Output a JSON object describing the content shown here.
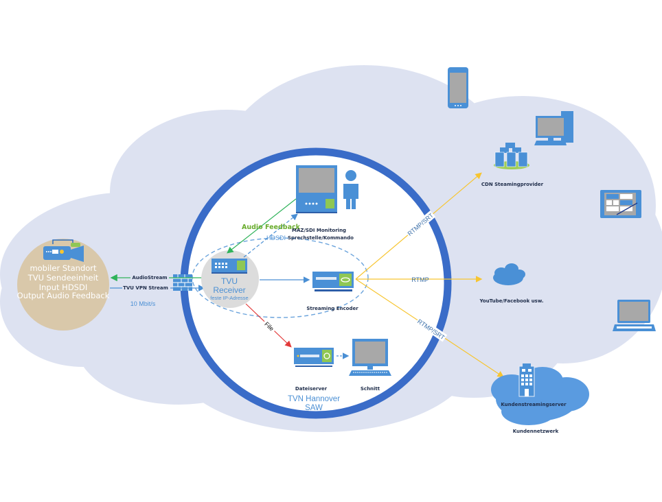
{
  "diagram": {
    "colors": {
      "cloud": "#dde2f1",
      "ring": "#3a6cc8",
      "icon": "#4a90d6",
      "screen": "#a8a8a8",
      "mobile_site": "#d9c8aa",
      "receiver_disc": "#dcdcdc",
      "audio_arrow": "#2fb35a",
      "video_arrow": "#4a8fd4",
      "file_arrow": "#e23a3a",
      "rtmp_arrow": "#f7c530",
      "cdn_base": "#9fcd57",
      "green_port": "#8fc753"
    },
    "mobile_site": {
      "lines": [
        "mobiler Standort",
        "TVU Sendeeinheit",
        "Input HDSDI",
        "Output Audio Feedback"
      ]
    },
    "links": {
      "audio_stream": "AudioStream",
      "vpn_stream": "TVU VPN Stream",
      "bandwidth": "10 Mbit/s"
    },
    "receiver": {
      "title_1": "TVU",
      "title_2": "Receiver",
      "subtitle": "feste IP-Adresse"
    },
    "monitoring": {
      "audio_feedback": "Audio Feedback",
      "hdsdi": "HDSDI",
      "label_1": "MAZ/SDI Monitoring",
      "label_2": "Sprechstelle/Kommando"
    },
    "encoder": {
      "label": "Streaming Encoder"
    },
    "file_link": {
      "label": "File"
    },
    "fileserver": {
      "label": "Dateiserver"
    },
    "editing": {
      "label": "Schnitt"
    },
    "site": {
      "line_1": "TVN Hannover",
      "line_2": "SAW"
    },
    "outputs": {
      "rtmp_srt_top": "RTMP/SRT",
      "rtmp_mid": "RTMP",
      "rtmp_srt_bottom": "RTMP/SRT"
    },
    "cdn": {
      "label": "CDN Steamingprovider"
    },
    "youtube": {
      "label": "YouTube/Facebook usw."
    },
    "customer": {
      "server_label": "Kundenstreamingserver",
      "network_label": "Kundennetzwerk"
    }
  }
}
